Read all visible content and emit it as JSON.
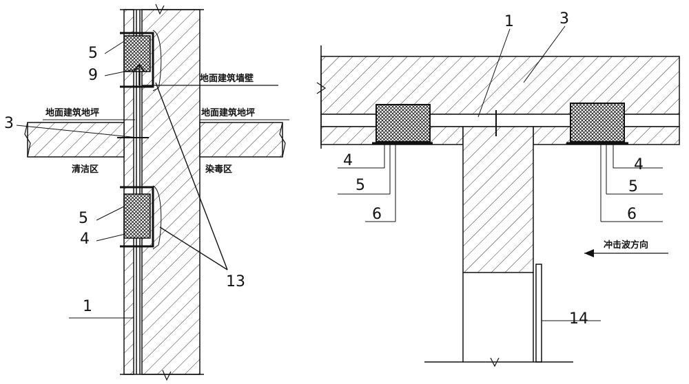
{
  "left": {
    "labels": {
      "wall": "地面建筑墙壁",
      "floor_left": "地面建筑地坪",
      "floor_right": "地面建筑地坪",
      "clean_zone": "清洁区",
      "contaminated_zone": "染毒区"
    },
    "numbers": {
      "n5a": "5",
      "n9": "9",
      "n3": "3",
      "n5b": "5",
      "n4": "4",
      "n13": "13",
      "n1": "1"
    }
  },
  "right": {
    "labels": {
      "shock_direction": "冲击波方向"
    },
    "numbers": {
      "n1": "1",
      "n3": "3",
      "n4l": "4",
      "n5l": "5",
      "n6l": "6",
      "n4r": "4",
      "n5r": "5",
      "n6r": "6",
      "n14": "14"
    }
  }
}
